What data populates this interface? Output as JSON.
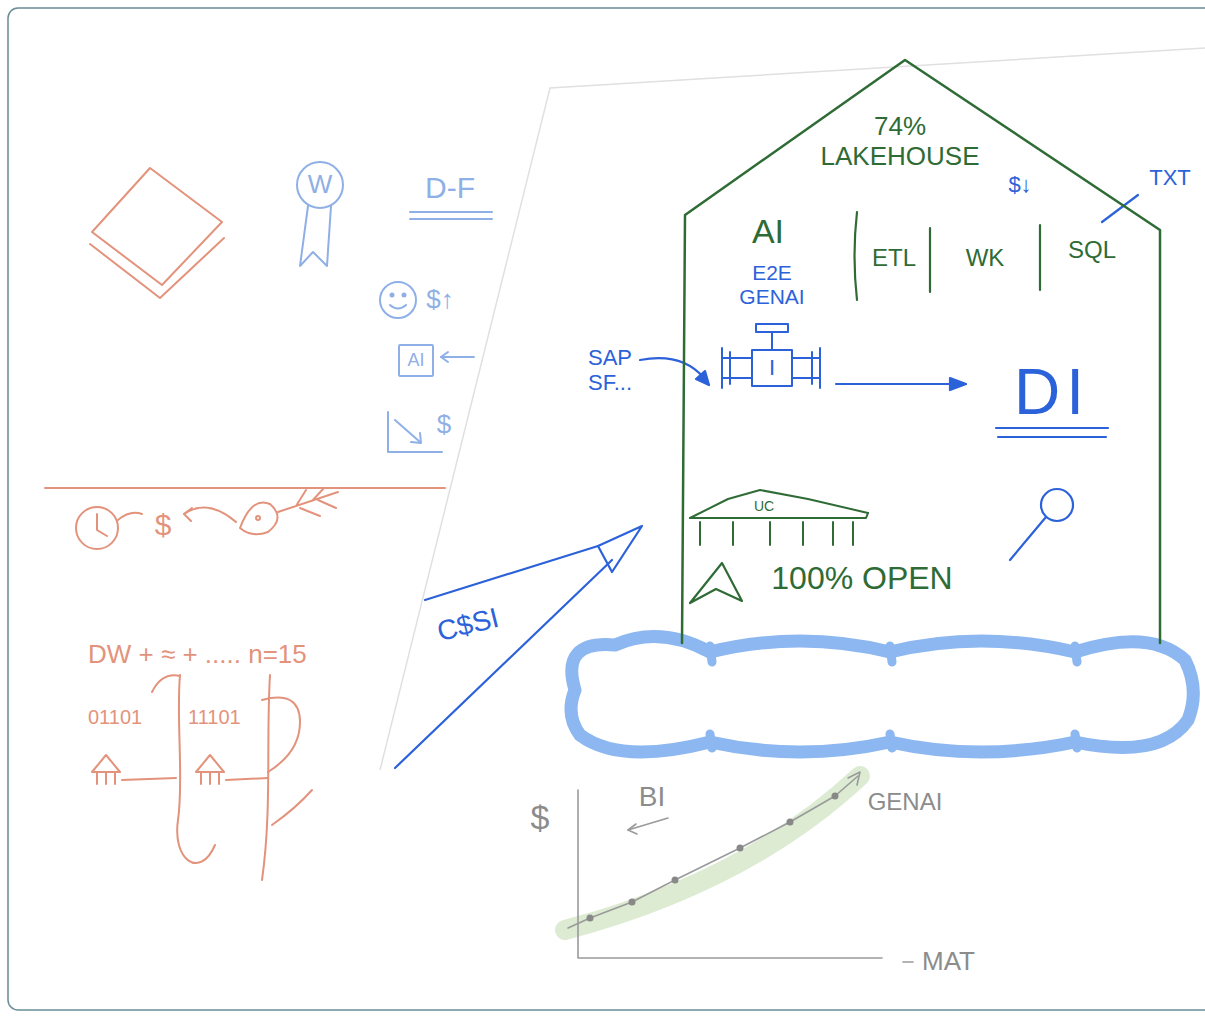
{
  "diagram": {
    "nodes": [
      {
        "text": [
          "W"
        ]
      },
      {
        "text": [
          "AI"
        ]
      },
      {
        "text": [
          "74% LAKEHOUSE",
          "AI",
          "E2E GENAI",
          "$↓",
          "ETL",
          "WK",
          "SQL",
          "DI",
          "100% OPEN"
        ]
      },
      {
        "text": [
          "I"
        ],
        "in": 2
      },
      {
        "text": [
          "UC"
        ],
        "in": 2
      }
    ],
    "labels": [
      "D-F",
      "$↑",
      "$",
      "$",
      "DW + ≈ + ..... n=15",
      "01101",
      "11101",
      "TXT",
      "SAP SF...",
      "C$SI",
      "$",
      "BI",
      "GENAI",
      "MAT"
    ]
  }
}
